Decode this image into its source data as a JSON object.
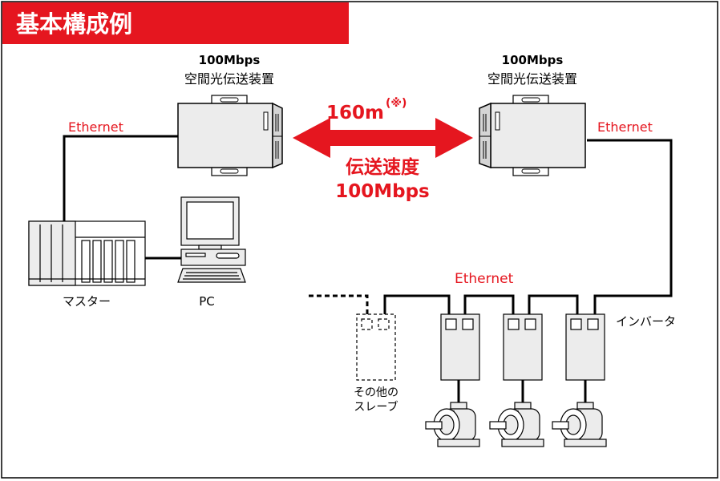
{
  "title": "基本構成例",
  "left_device": {
    "speed": "100Mbps",
    "name": "空間光伝送装置"
  },
  "right_device": {
    "speed": "100Mbps",
    "name": "空間光伝送装置"
  },
  "distance": "160m",
  "distance_note": "(※)",
  "transfer_speed_label": "伝送速度",
  "transfer_speed_value": "100Mbps",
  "ethernet_left": "Ethernet",
  "ethernet_right": "Ethernet",
  "ethernet_bottom": "Ethernet",
  "master_label": "マスター",
  "pc_label": "PC",
  "other_slaves_line1": "その他の",
  "other_slaves_line2": "スレーブ",
  "inverter_label": "インバータ",
  "colors": {
    "accent": "#e5161f",
    "line": "#000000",
    "device_fill": "#ececec"
  }
}
